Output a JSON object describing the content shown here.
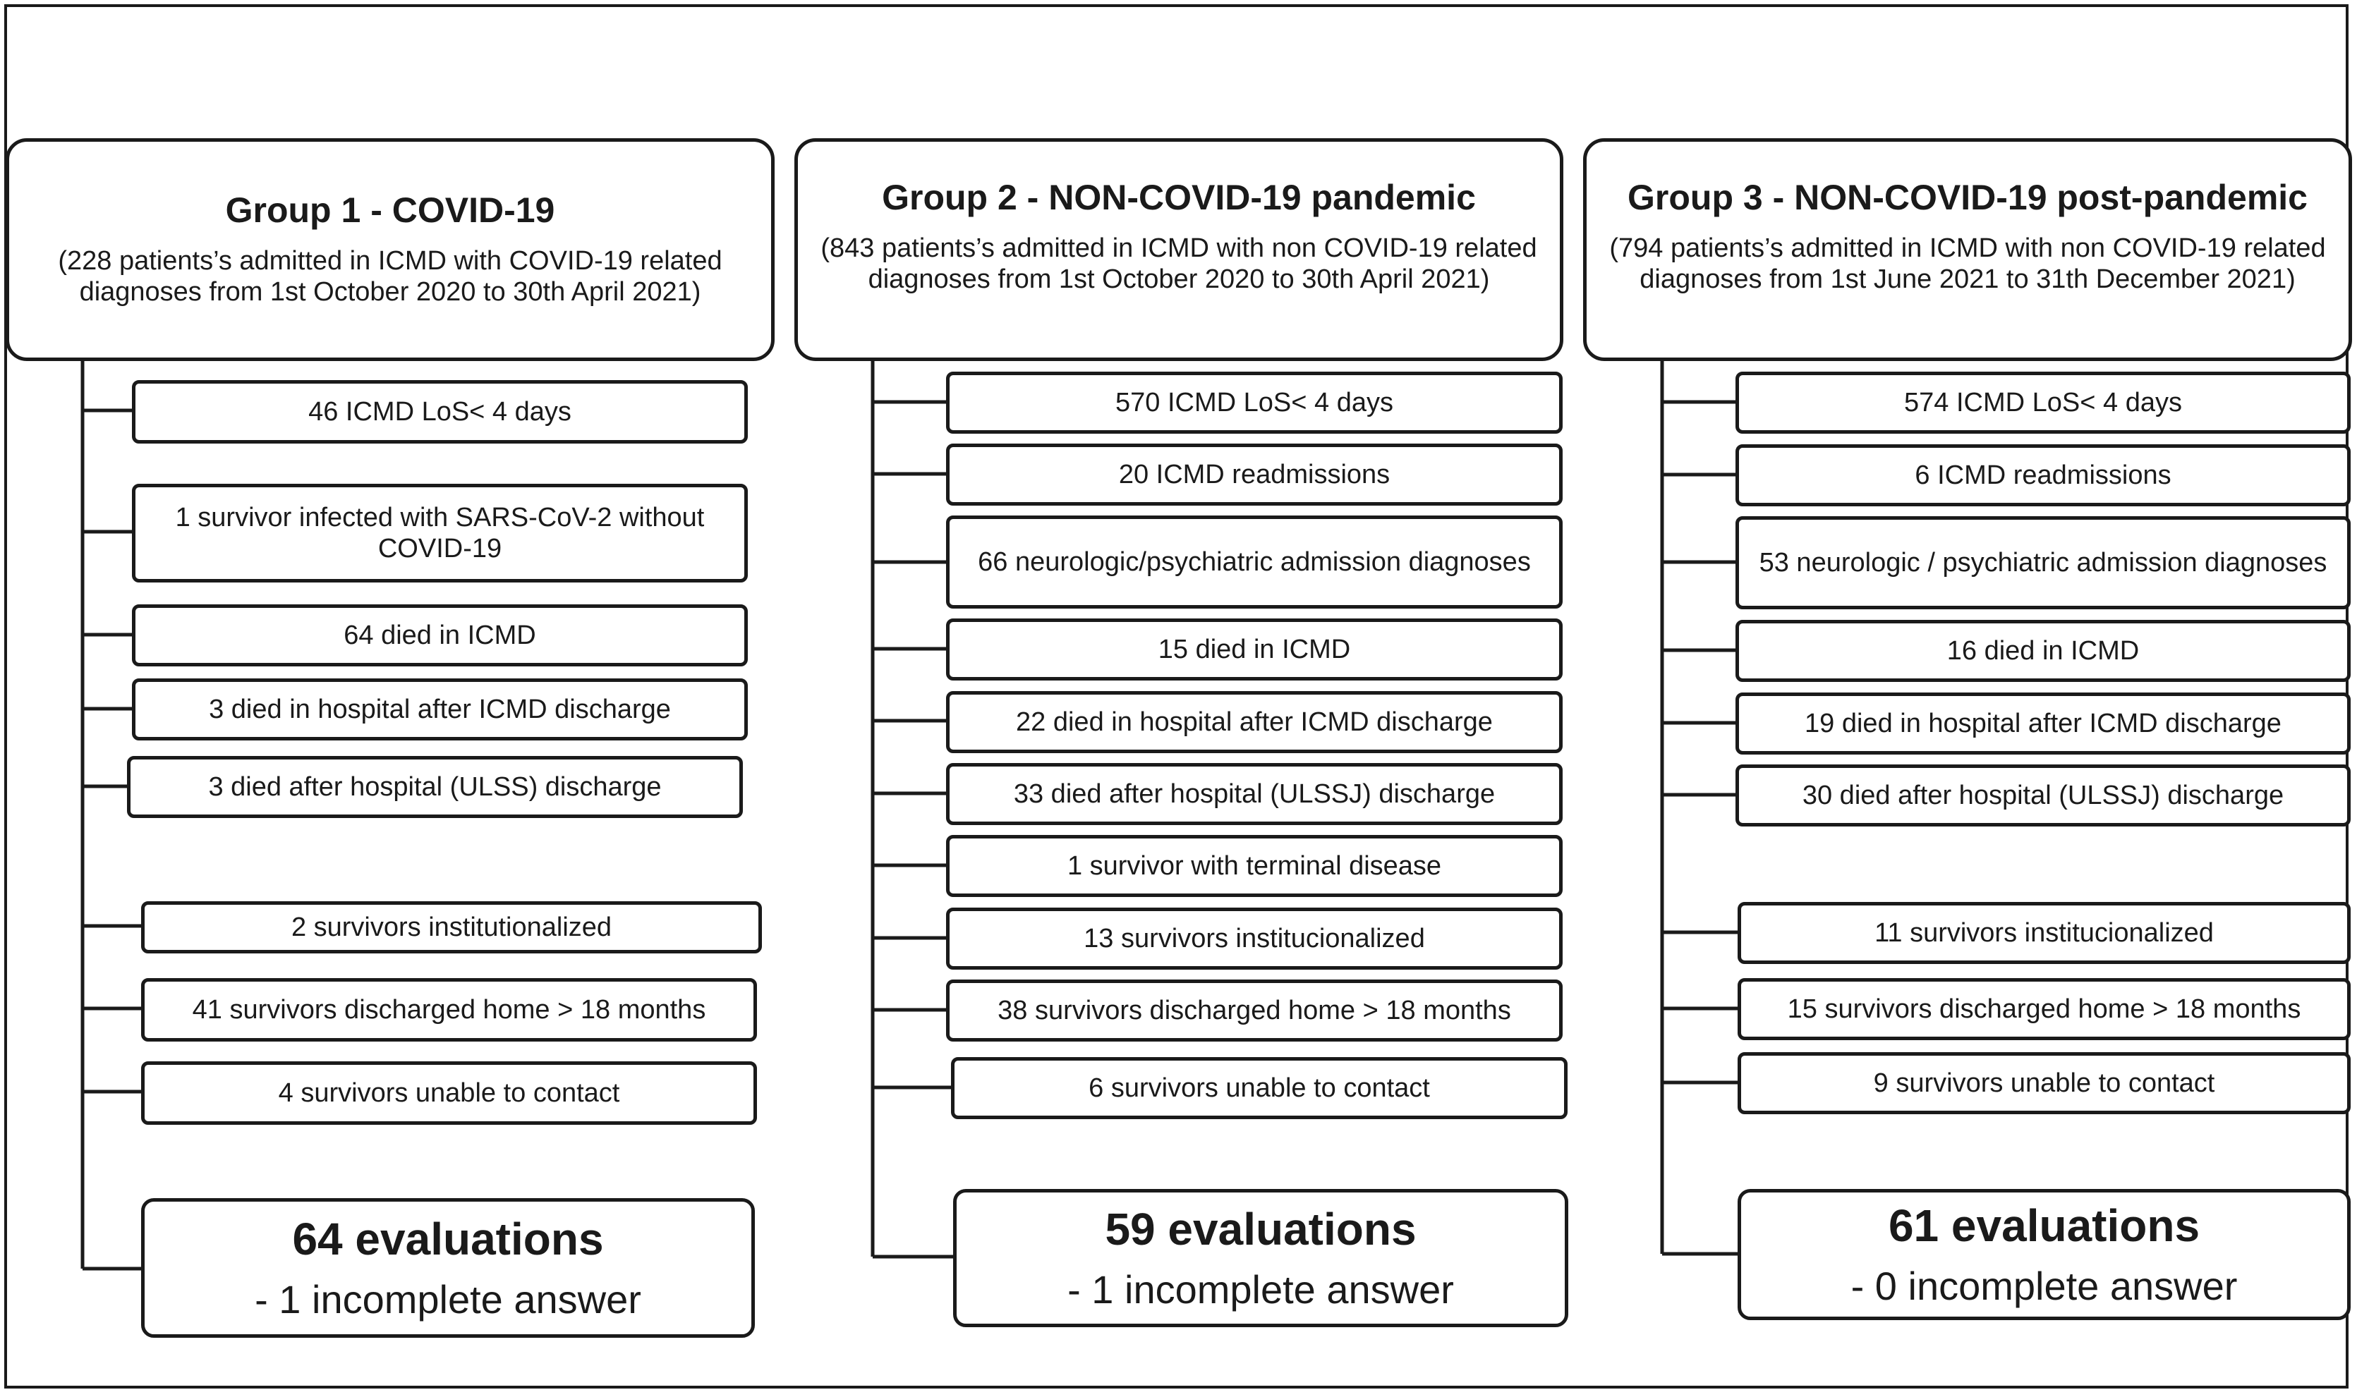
{
  "groups": [
    {
      "title": "Group 1 - COVID-19",
      "subtitle": "(228 patients’s admitted in ICMD with COVID-19 related diagnoses from 1st October 2020 to 30th April 2021)",
      "items": [
        "46 ICMD LoS< 4 days",
        "1 survivor infected  with SARS-CoV-2 without COVID-19",
        "64 died in ICMD",
        "3 died in hospital after ICMD discharge",
        "3 died after hospital (ULSS) discharge",
        "2 survivors institutionalized",
        "41 survivors discharged home > 18 months",
        "4 survivors unable to contact"
      ],
      "evaluations": "64 evaluations",
      "incomplete": "- 1 incomplete answer"
    },
    {
      "title": "Group 2 - NON-COVID-19 pandemic",
      "subtitle": "(843 patients’s admitted in ICMD with non COVID-19 related diagnoses from 1st October 2020 to 30th April 2021)",
      "items": [
        "570 ICMD LoS< 4 days",
        "20 ICMD readmissions",
        "66 neurologic/psychiatric admission diagnoses",
        "15 died in ICMD",
        "22 died in hospital after ICMD discharge",
        "33 died after hospital (ULSSJ) discharge",
        "1 survivor with terminal disease",
        "13 survivors institucionalized",
        "38 survivors discharged home > 18 months",
        "6 survivors unable to contact"
      ],
      "evaluations": "59 evaluations",
      "incomplete": "- 1 incomplete answer"
    },
    {
      "title": "Group 3 - NON-COVID-19 post-pandemic",
      "subtitle": "(794 patients’s admitted in ICMD with  non COVID-19 related diagnoses from 1st June 2021 to 31th December 2021)",
      "items": [
        "574 ICMD LoS< 4 days",
        "6 ICMD readmissions",
        "53 neurologic / psychiatric admission diagnoses",
        "16 died in ICMD",
        "19 died in hospital after ICMD discharge",
        "30 died after hospital (ULSSJ) discharge",
        "11 survivors institucionalized",
        "15 survivors discharged home > 18 months",
        "9 survivors unable to contact"
      ],
      "evaluations": "61 evaluations",
      "incomplete": "- 0 incomplete answer"
    }
  ]
}
